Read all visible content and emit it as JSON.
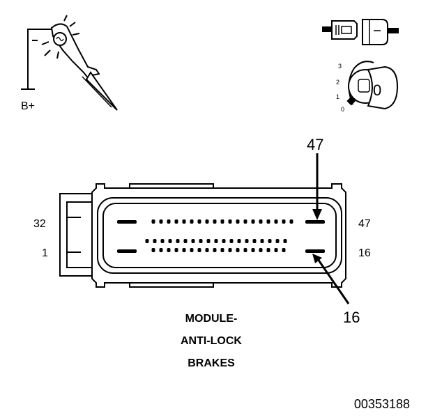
{
  "test_light": {
    "label": "B+"
  },
  "ignition": {
    "positions": [
      "3",
      "2",
      "1",
      "0"
    ],
    "key_position": "0"
  },
  "connector": {
    "pin_callout_top": "47",
    "pin_callout_bottom": "16",
    "left_top_pin": "32",
    "left_bottom_pin": "1",
    "right_top_pin": "47",
    "right_bottom_pin": "16"
  },
  "caption": {
    "line1": "MODULE-",
    "line2": "ANTI-LOCK",
    "line3": "BRAKES"
  },
  "figure_id": "00353188"
}
